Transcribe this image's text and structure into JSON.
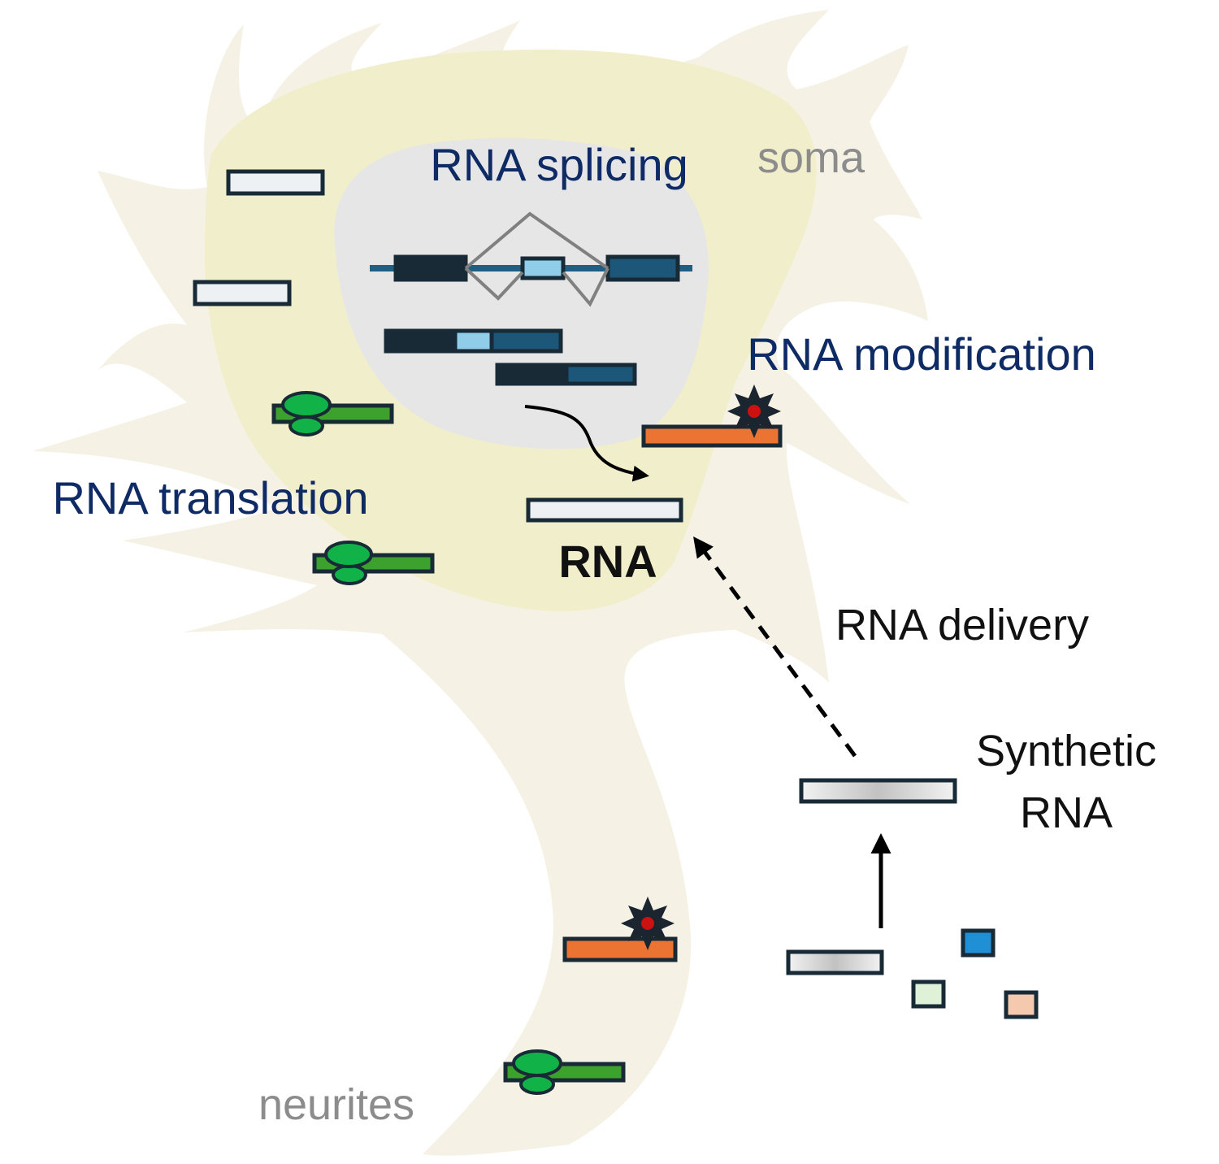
{
  "labels": {
    "rna_splicing": "RNA splicing",
    "soma": "soma",
    "rna_modification": "RNA modification",
    "rna_translation": "RNA translation",
    "rna": "RNA",
    "rna_delivery": "RNA delivery",
    "synthetic_line1": "Synthetic",
    "synthetic_line2": "RNA",
    "neurites": "neurites"
  },
  "colors": {
    "cell_body": "#f5f2e5",
    "soma_zone": "#f1eecb",
    "nucleus": "#e6e6e6",
    "exon_dark": "#172a36",
    "exon_mid": "#1c5678",
    "exon_light": "#8fcde8",
    "intron_line": "#1f6080",
    "splice_line": "#808080",
    "modified_rna": "#ec7432",
    "modification_mark": "#1b2530",
    "modification_dot": "#cc1111",
    "translated_rna": "#3da12e",
    "ribosome": "#11b248",
    "rna_box": "#edf1f4",
    "building_block_blue": "#1f8fd6",
    "building_block_green": "#dff2d8",
    "building_block_peach": "#f4c9ae"
  },
  "icons": [
    "ribosome-icon",
    "modification-star-icon"
  ]
}
